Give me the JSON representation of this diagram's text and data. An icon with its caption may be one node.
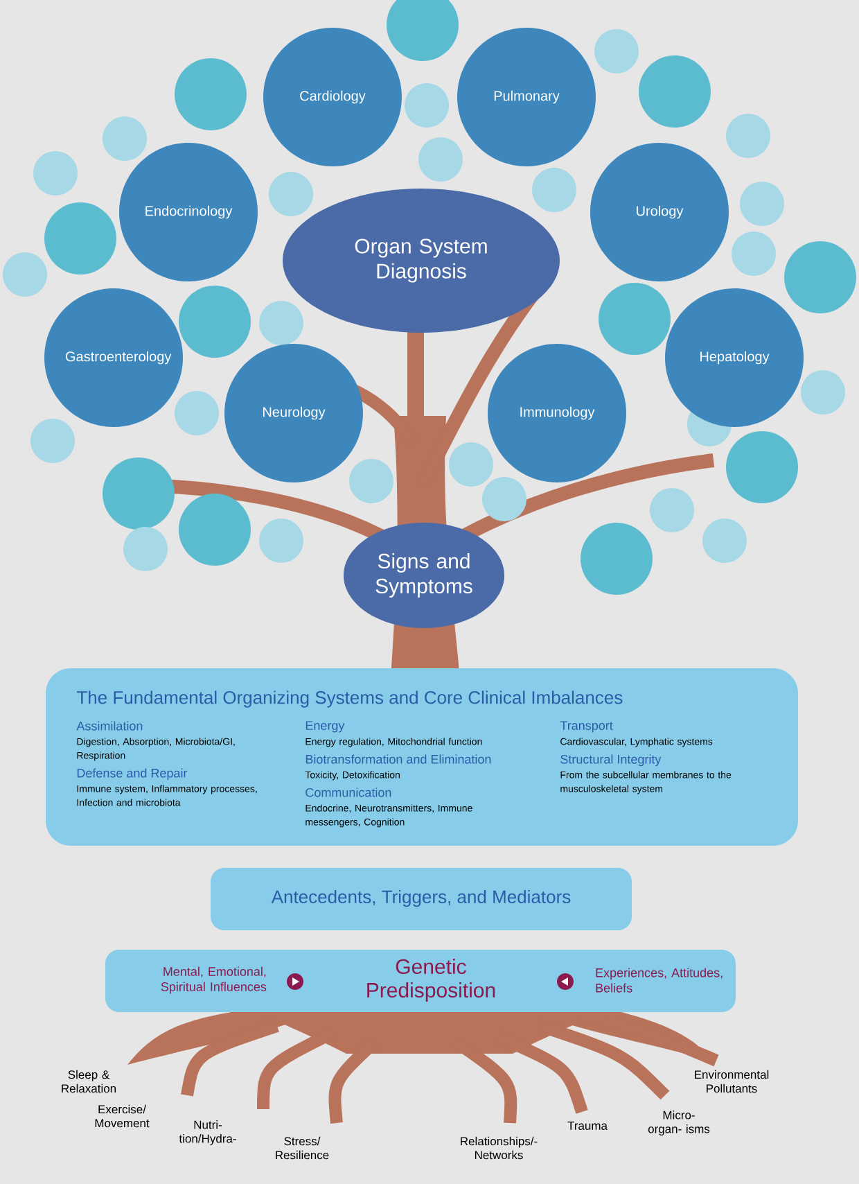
{
  "diagram": {
    "nodes": [
      {
        "text": [
          "Cardiology"
        ]
      },
      {
        "text": [
          "Pulmonary"
        ]
      },
      {
        "text": [
          "Endocrinology"
        ]
      },
      {
        "text": [
          "Urology"
        ]
      },
      {
        "text": [
          "Organ System Diagnosis"
        ]
      },
      {
        "text": [
          "Gastroenterology"
        ]
      },
      {
        "text": [
          "Hepatology"
        ]
      },
      {
        "text": [
          "Neurology"
        ]
      },
      {
        "text": [
          "Immunology"
        ]
      },
      {
        "text": [
          "Signs and Symptoms"
        ]
      },
      {
        "text": [
          "The Fundamental Organizing Systems and Core Clinical Imbalances",
          "Assimilation",
          "Digestion, Absorption, Microbiota/GI, Respiration",
          "Defense and Repair",
          "Immune system, Inflammatory processes, Infection and microbiota",
          "Energy",
          "Energy regulation, Mitochondrial function",
          "Biotransformation and Elimination",
          "Toxicity, Detoxification",
          "Communication",
          "Endocrine, Neurotransmitters, Immune messengers, Cognition",
          "Transport",
          "Cardiovascular, Lymphatic systems",
          "Structural Integrity",
          "From the subcellular membranes to the musculoskeletal system"
        ]
      },
      {
        "text": [
          "Antecedents, Triggers, and Mediators"
        ]
      },
      {
        "text": [
          "Mental, Emotional, Spiritual Influences",
          "Genetic Predisposition",
          "Experiences, Attitudes, Beliefs"
        ]
      }
    ],
    "labels": [
      "Sleep & Relaxation",
      "Environmental Pollutants",
      "Exercise/ Movement",
      "Nutri- tion/Hydra-",
      "Stress/ Resilience",
      "Relationships/- Networks",
      "Trauma",
      "Micro-organ- isms"
    ]
  }
}
